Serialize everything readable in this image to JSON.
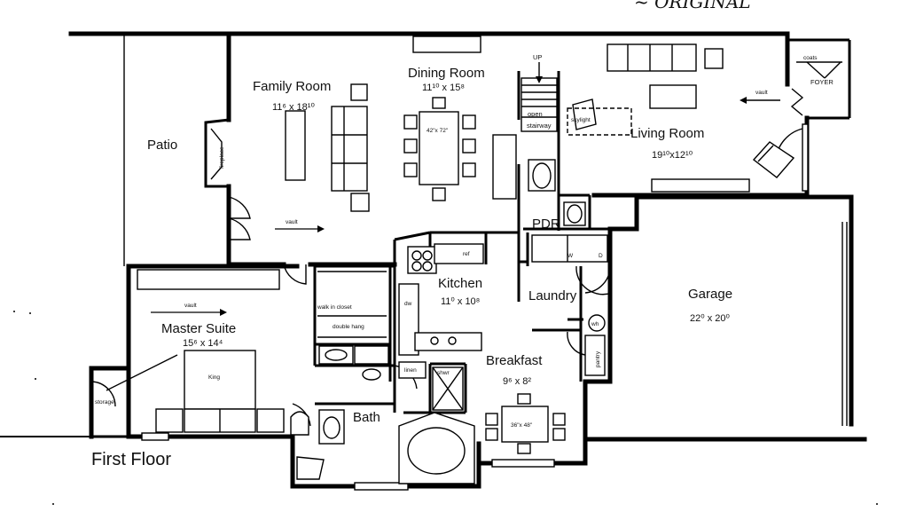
{
  "header_scrawl": "~ ORIGINAL",
  "floor_title": "First Floor",
  "rooms": {
    "family_room": {
      "name": "Family Room",
      "dims": "11⁶ x 18¹⁰"
    },
    "dining_room": {
      "name": "Dining Room",
      "dims": "11¹⁰ x 15⁸"
    },
    "living_room": {
      "name": "Living Room",
      "dims": "19¹⁰x12¹⁰"
    },
    "patio": {
      "name": "Patio"
    },
    "master_suite": {
      "name": "Master Suite",
      "dims": "15⁶ x 14⁴"
    },
    "kitchen": {
      "name": "Kitchen",
      "dims": "11⁰ x 10⁸"
    },
    "laundry": {
      "name": "Laundry"
    },
    "garage": {
      "name": "Garage",
      "dims": "22⁰ x 20⁰"
    },
    "breakfast": {
      "name": "Breakfast",
      "dims": "9⁶ x 8²"
    },
    "bath": {
      "name": "Bath"
    },
    "pdr": {
      "name": "PDR"
    },
    "foyer": {
      "name": "FOYER"
    }
  },
  "labels": {
    "up": "UP",
    "open_stairway_1": "open",
    "open_stairway_2": "stairway",
    "skylight": "skylight",
    "vault": "vault",
    "coats": "coats",
    "fireplace": "fireplace",
    "walk_in_closet": "walk in closet",
    "double_hang": "double hang",
    "storage": "storage",
    "king": "King",
    "linen": "linen",
    "shwr": "shwr",
    "dw": "dw",
    "ref": "ref",
    "washer": "W",
    "dryer": "D",
    "wh": "wh",
    "pantry": "pantry",
    "dining_table": "42\"x 72\"",
    "breakfast_table": "36\"x 48\""
  }
}
